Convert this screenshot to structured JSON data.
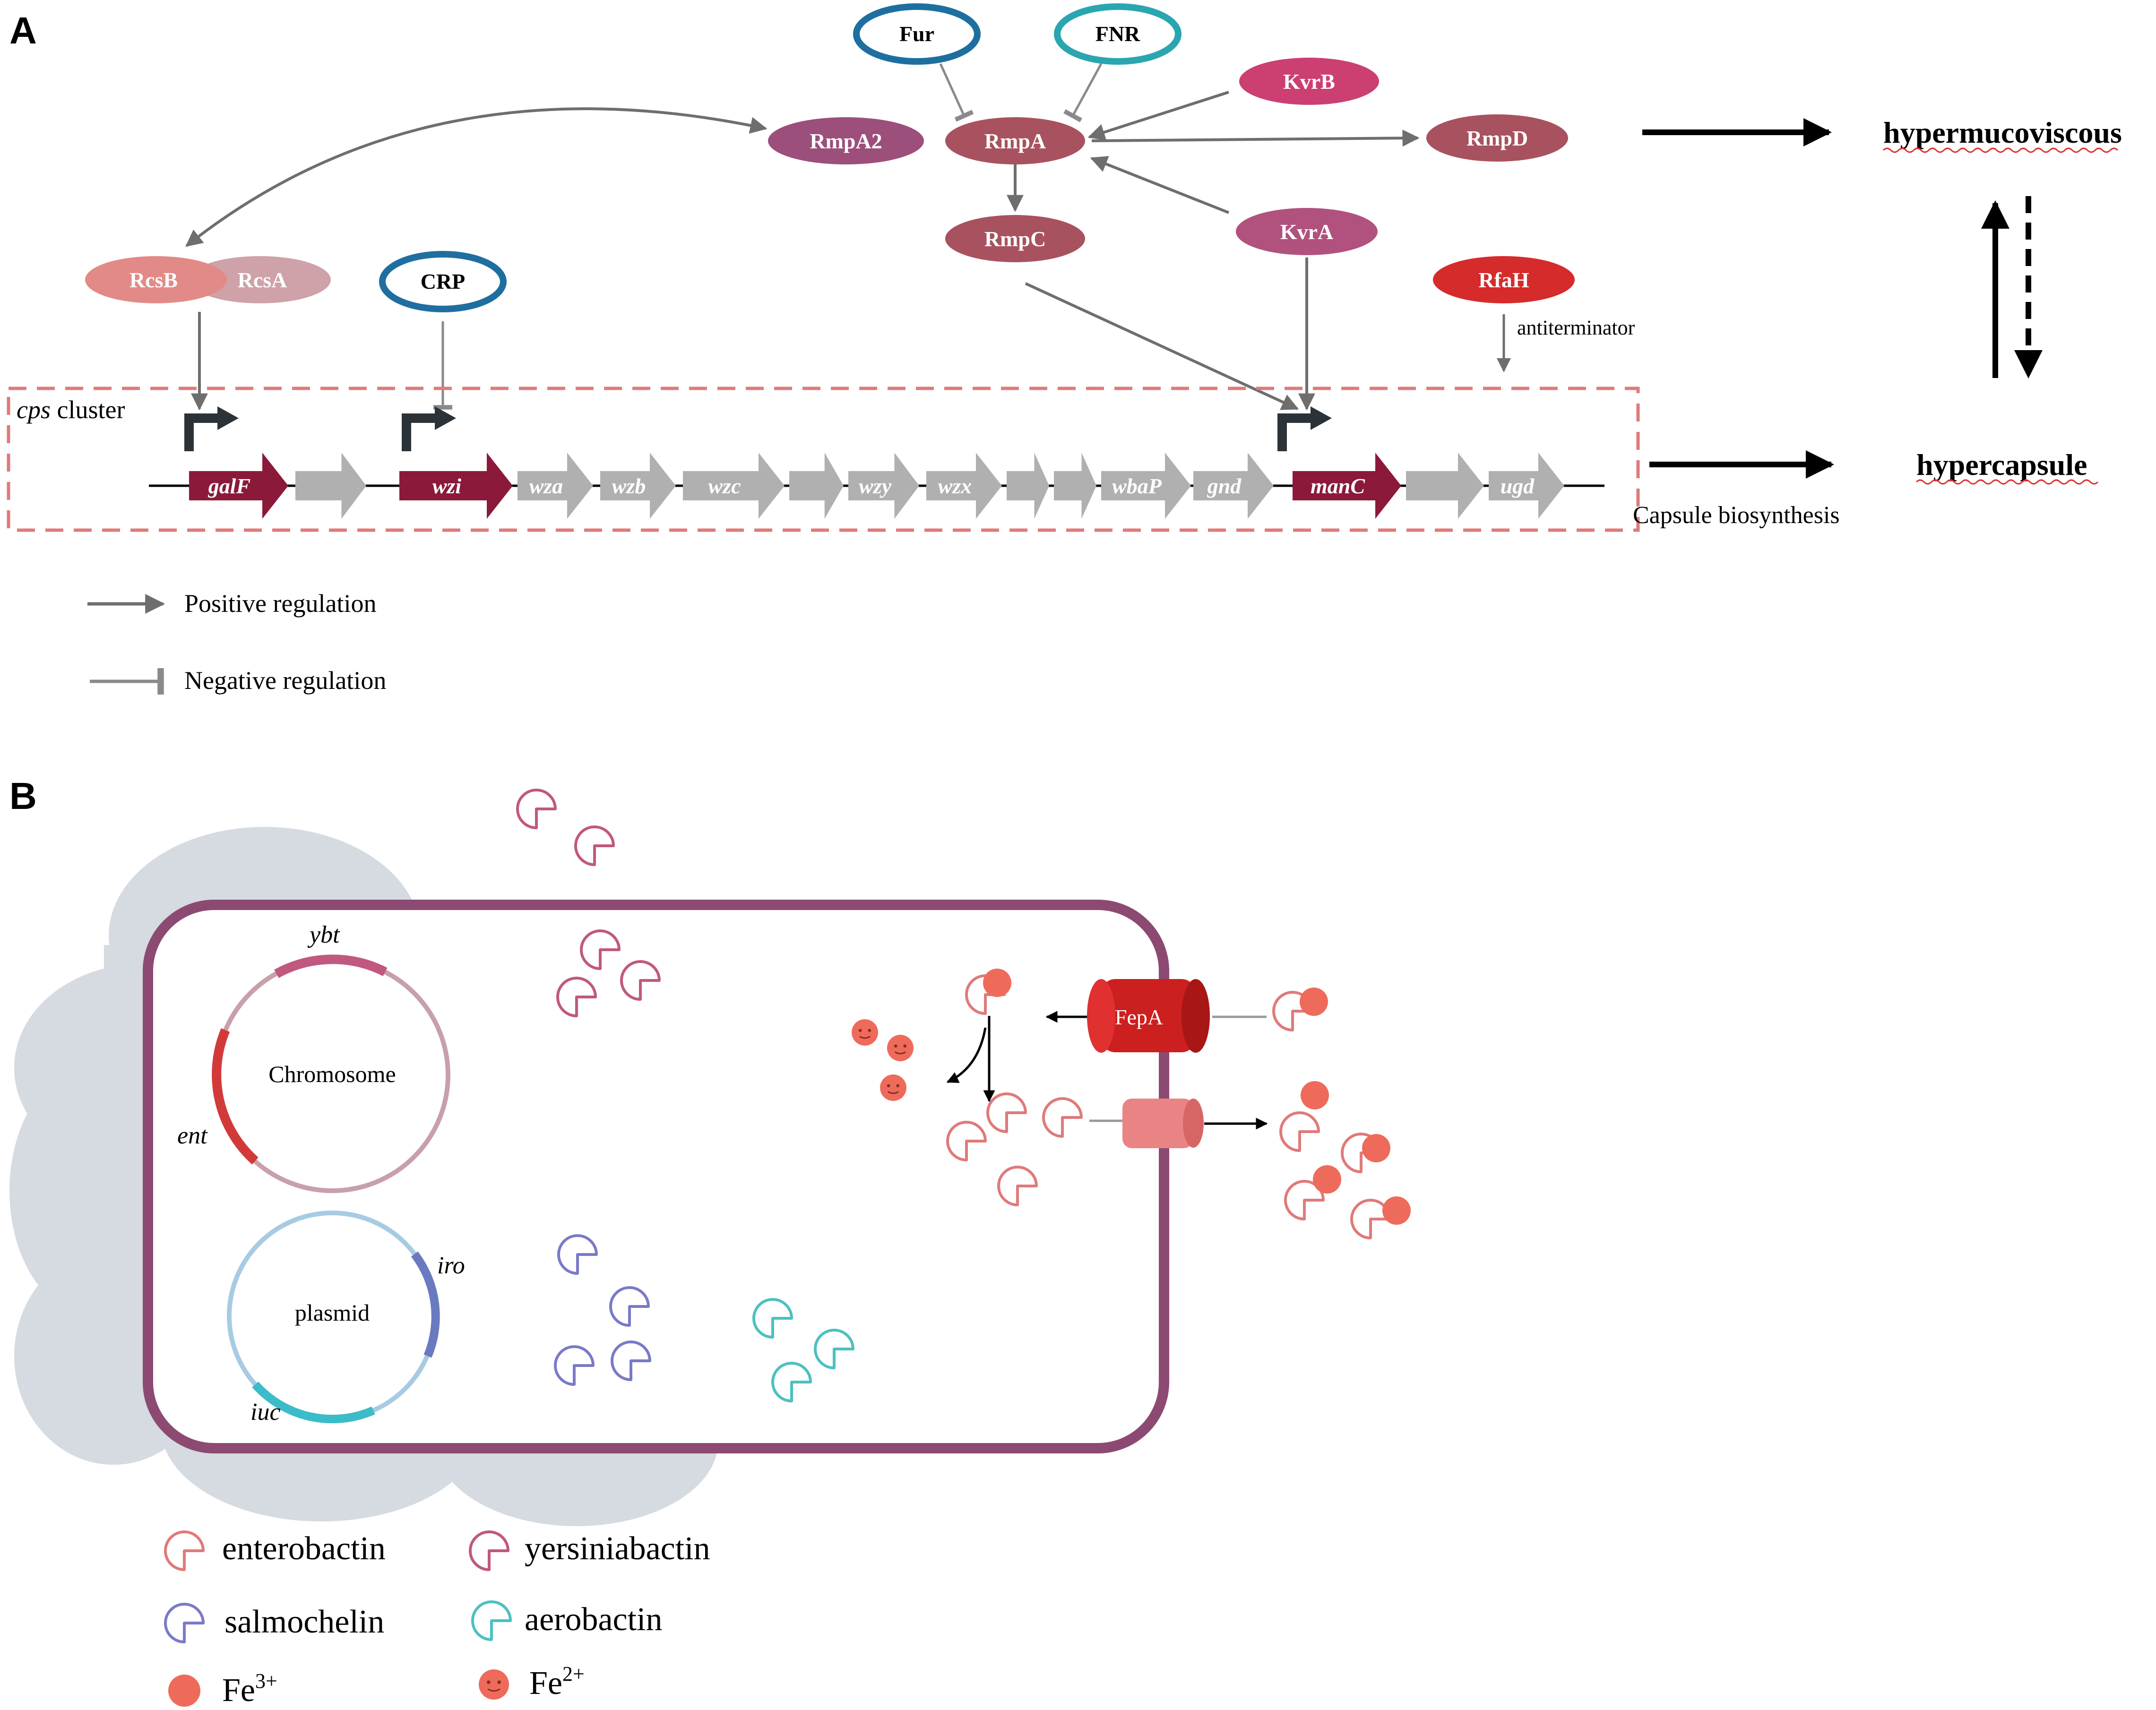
{
  "panel_a": {
    "label": "A",
    "regulators": {
      "fur": "Fur",
      "fnr": "FNR",
      "kvrb": "KvrB",
      "rmpa2": "RmpA2",
      "rmpa": "RmpA",
      "rmpd": "RmpD",
      "rmpc": "RmpC",
      "kvra": "KvrA",
      "rcsb": "RcsB",
      "rcsa": "RcsA",
      "crp": "CRP",
      "rfah": "RfaH"
    },
    "antiterminator": "antiterminator",
    "cluster_name": "cps",
    "cluster_word": "cluster",
    "genes": [
      "galF",
      "",
      "wzi",
      "wza",
      "wzb",
      "wzc",
      "",
      "wzy",
      "wzx",
      "",
      "",
      "wbaP",
      "gnd",
      "manC",
      "",
      "ugd"
    ],
    "capsule_biosynthesis": "Capsule biosynthesis",
    "hypermucoviscous": "hypermucoviscous",
    "hypercapsule": "hypercapsule",
    "legend": {
      "positive": "Positive regulation",
      "negative": "Negative regulation"
    },
    "colors": {
      "dark_gene": "#8b1a3a",
      "grey_gene": "#b0b0b0",
      "rmp": "#b05a66",
      "kvr": "#c2547f",
      "rfah": "#d62b2b",
      "ring_blue": "#1e6fa0",
      "ring_teal": "#2aa6b0"
    }
  },
  "panel_b": {
    "label": "B",
    "chromosome": "Chromosome",
    "plasmid": "plasmid",
    "ybt": "ybt",
    "ent": "ent",
    "iro": "iro",
    "iuc": "iuc",
    "fepa": "FepA",
    "legend": {
      "enterobactin": "enterobactin",
      "yersiniabactin": "yersiniabactin",
      "salmochelin": "salmochelin",
      "aerobactin": "aerobactin",
      "fe3_base": "Fe",
      "fe3_sup": "3+",
      "fe2_base": "Fe",
      "fe2_sup": "2+"
    },
    "colors": {
      "cell": "#8c4a72",
      "enterobactin": "#e07a7a",
      "yersiniabactin": "#c0587f",
      "salmochelin": "#7a7ac8",
      "aerobactin": "#4ec0c0",
      "iron": "#ee6b5b",
      "cloud": "#d5dbe0"
    }
  }
}
